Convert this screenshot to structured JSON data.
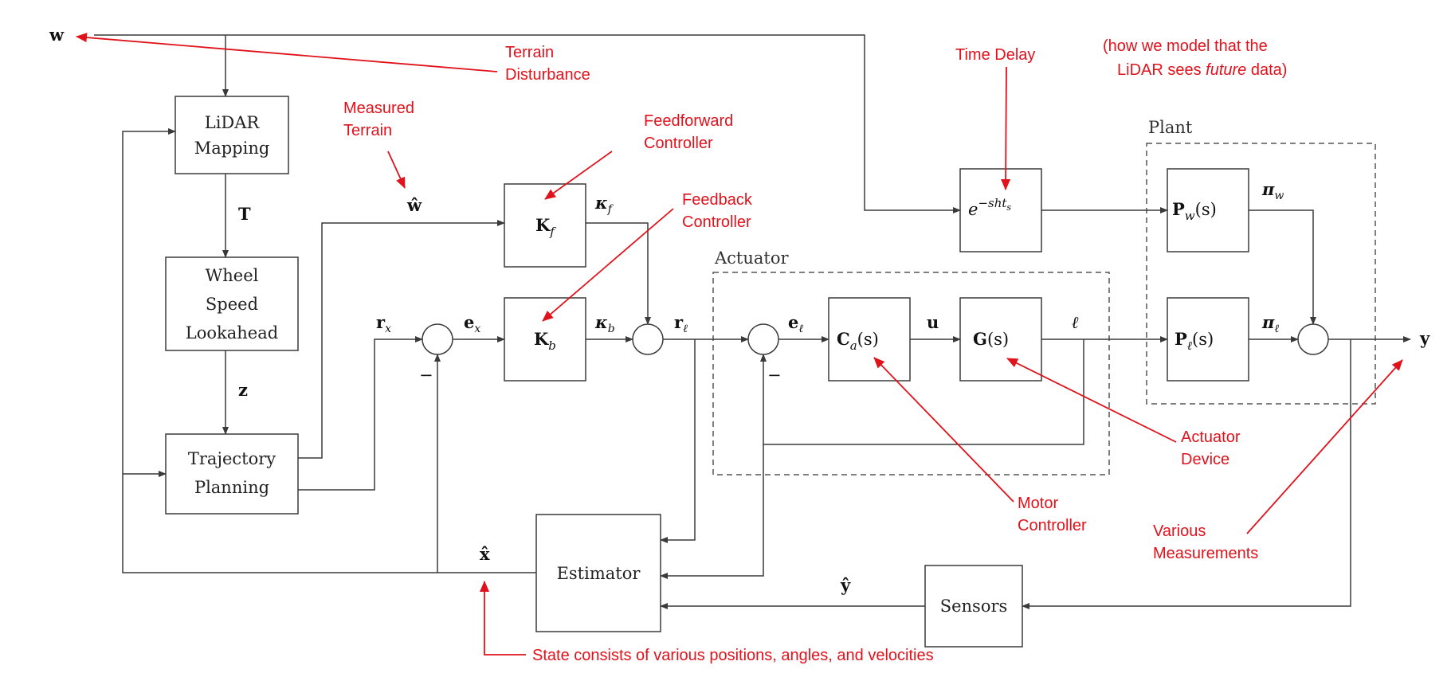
{
  "signals": {
    "w": "w",
    "T": "T",
    "z": "z",
    "w_hat": "ŵ",
    "rx": "r",
    "rx_sub": "x",
    "ex": "e",
    "ex_sub": "x",
    "kappa_f": "κ",
    "kappa_f_sub": "f",
    "kappa_b": "κ",
    "kappa_b_sub": "b",
    "r_l": "r",
    "r_l_sub": "ℓ",
    "e_l": "e",
    "e_l_sub": "ℓ",
    "u": "u",
    "ell": "ℓ",
    "pi_w": "π",
    "pi_w_sub": "w",
    "pi_l": "π",
    "pi_l_sub": "ℓ",
    "y": "y",
    "x_hat": "x̂",
    "y_hat": "ŷ",
    "minus": "−"
  },
  "blocks": {
    "lidar_line1": "LiDAR",
    "lidar_line2": "Mapping",
    "wheel_line1": "Wheel",
    "wheel_line2": "Speed",
    "wheel_line3": "Lookahead",
    "traj_line1": "Trajectory",
    "traj_line2": "Planning",
    "kf": "K",
    "kf_sub": "f",
    "kb": "K",
    "kb_sub": "b",
    "ca": "C",
    "ca_sub": "a",
    "ca_arg": "(s)",
    "g": "G",
    "g_arg": "(s)",
    "delay": "e",
    "delay_exp": "−sht",
    "delay_exp_sub": "s",
    "pw": "P",
    "pw_sub": "w",
    "pw_arg": "(s)",
    "pl": "P",
    "pl_sub": "ℓ",
    "pl_arg": "(s)",
    "estimator": "Estimator",
    "sensors": "Sensors"
  },
  "groups": {
    "actuator": "Actuator",
    "plant": "Plant"
  },
  "annotations": {
    "terrain_dist_1": "Terrain",
    "terrain_dist_2": "Disturbance",
    "measured_terrain_1": "Measured",
    "measured_terrain_2": "Terrain",
    "feedforward_1": "Feedforward",
    "feedforward_2": "Controller",
    "feedback_1": "Feedback",
    "feedback_2": "Controller",
    "time_delay": "Time Delay",
    "lidar_note_1": "(how we model that the",
    "lidar_note_2a": "LiDAR sees ",
    "lidar_note_2b": "future",
    "lidar_note_2c": " data)",
    "actuator_device_1": "Actuator",
    "actuator_device_2": "Device",
    "motor_controller_1": "Motor",
    "motor_controller_2": "Controller",
    "various_meas_1": "Various",
    "various_meas_2": "Measurements",
    "state_note": "State consists of various positions, angles, and velocities"
  }
}
